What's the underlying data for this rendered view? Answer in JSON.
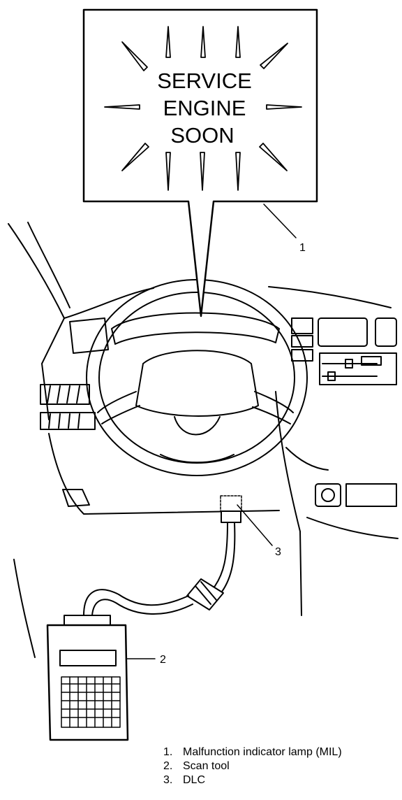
{
  "lamp": {
    "line1": "SERVICE",
    "line2": "ENGINE",
    "line3": "SOON"
  },
  "callouts": {
    "mil": "1",
    "scan_tool": "2",
    "dlc": "3"
  },
  "legend": [
    {
      "num": "1.",
      "label": "Malfunction indicator lamp (MIL)"
    },
    {
      "num": "2.",
      "label": "Scan tool"
    },
    {
      "num": "3.",
      "label": "DLC"
    }
  ]
}
